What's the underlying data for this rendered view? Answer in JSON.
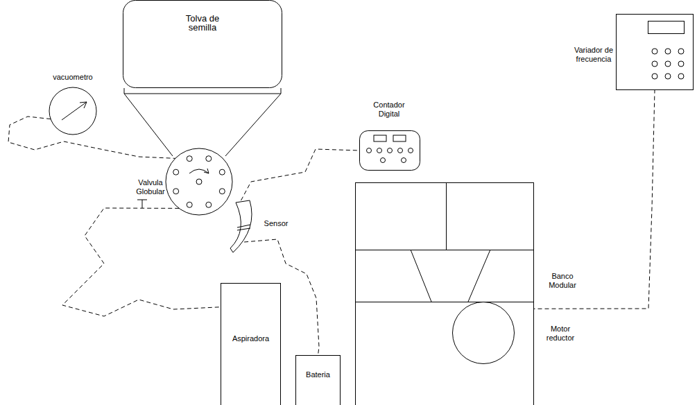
{
  "diagram": {
    "nodes": [
      {
        "text": [
          "Tolva de semilla"
        ]
      },
      {
        "text": [
          "vacuometro"
        ]
      },
      {
        "text": [
          "Sensor"
        ]
      },
      {
        "text": [
          "Contador Digital"
        ]
      },
      {
        "text": [
          "Banco Modular"
        ]
      },
      {
        "text": [
          "Motor reductor"
        ],
        "in": 4
      },
      {
        "text": [
          "Variador de frecuencia"
        ]
      },
      {
        "text": [
          "Aspiradora"
        ]
      },
      {
        "text": [
          "Bateria"
        ]
      }
    ],
    "edges": [
      {
        "from": 1,
        "to": 0,
        "arrow": "none"
      },
      {
        "from": 0,
        "to": 7,
        "arrow": "none"
      },
      {
        "from": 2,
        "to": 3,
        "arrow": "none"
      },
      {
        "from": 2,
        "to": 8,
        "arrow": "none"
      },
      {
        "from": 5,
        "to": 6,
        "arrow": "none"
      }
    ],
    "labels": [
      "Valvula Globular"
    ]
  }
}
